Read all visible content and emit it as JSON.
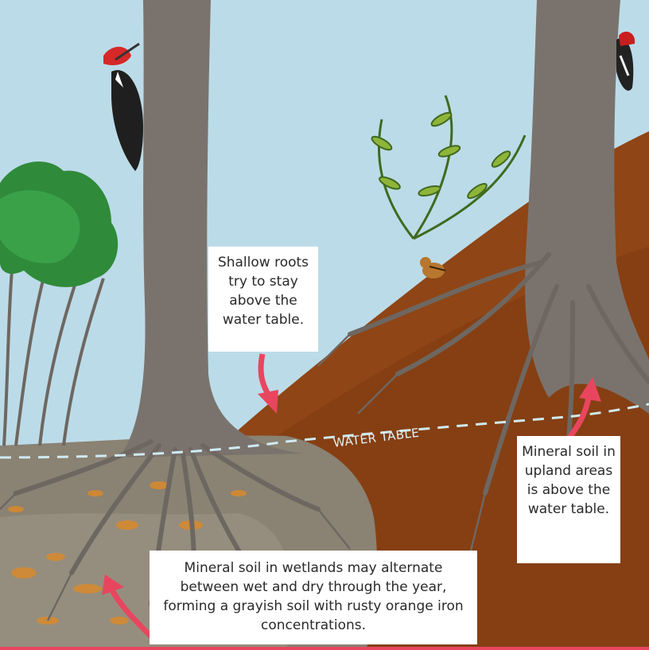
{
  "callouts": {
    "shallow_roots": "Shallow roots try to stay above the water table.",
    "upland_soil": "Mineral soil in upland areas is above the water table.",
    "wetland_soil": "Mineral soil in wetlands may alternate between wet and dry through the year, forming a grayish soil with rusty orange iron concentrations."
  },
  "water_table_label": "WATER TABLE",
  "colors": {
    "sky": "#bcdbe8",
    "wetland_soil": "#8a8273",
    "upland_soil": "#8f4515",
    "trunk": "#7a736d",
    "arrow": "#e8465f",
    "water_table_line": "#cfeaf2"
  },
  "illustrations": [
    "pileated-woodpecker",
    "sapsucker",
    "shrub",
    "fern",
    "chipmunk",
    "wetland-tree",
    "upland-tree"
  ]
}
